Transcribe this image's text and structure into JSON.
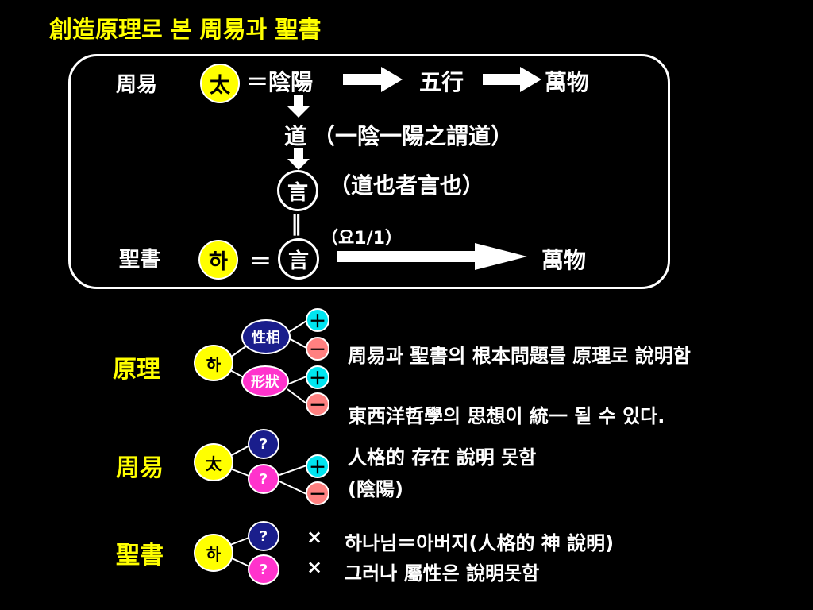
{
  "title": "創造原理로 본 周易과 聖書",
  "box": {
    "zhouyi_label": "周易",
    "tai": "太",
    "eq_yinyang": "＝陰陽",
    "wuxing": "五行",
    "wanwu_top": "萬物",
    "dao": "道",
    "dao_quote": "（一陰一陽之謂道）",
    "yan": "言",
    "yan_quote": "（道也者言也）",
    "double_bar": "‖",
    "john_ref": "（요1/1）",
    "bible_label": "聖書",
    "ha": "하",
    "eq": "＝",
    "yan2": "言",
    "wanwu_bottom": "萬物"
  },
  "principle": {
    "label": "原理",
    "node": "하",
    "xingxiang": "性相",
    "xingzhuang": "形狀",
    "plus": "＋",
    "minus": "－",
    "text1": "周易과 聖書의 根本問題를 原理로 說明함",
    "text2": "東西洋哲學의 思想이 統一 될 수 있다."
  },
  "zhouyi": {
    "label": "周易",
    "node": "太",
    "q1": "?",
    "q2": "?",
    "plus": "＋",
    "minus": "－",
    "text1": "人格的 存在 說明 못함",
    "text2": "(陰陽)"
  },
  "bible": {
    "label": "聖書",
    "node": "하",
    "q1": "?",
    "q2": "?",
    "x1": "×",
    "x2": "×",
    "text1": "하나님＝아버지(人格的 神 說明)",
    "text2": "그러나 屬性은 說明못함"
  },
  "colors": {
    "yellow": "#ffff00",
    "navy": "#1a1e8c",
    "pink": "#ff33cc",
    "cyan": "#00e5f0",
    "salmon": "#ff8080"
  }
}
